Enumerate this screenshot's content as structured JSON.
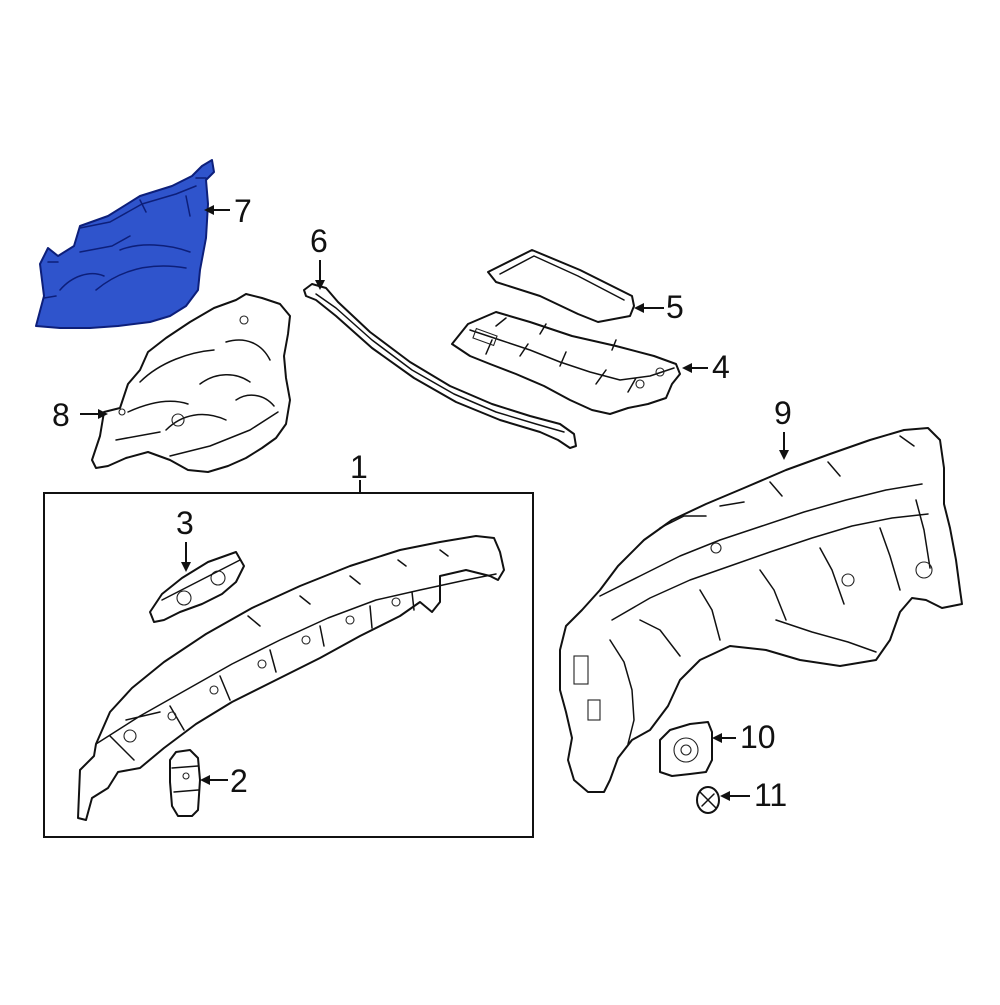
{
  "colors": {
    "highlight": "#2f54cc",
    "highlight_stroke": "#0d1f7a",
    "line": "#111111",
    "background": "#ffffff"
  },
  "callouts": {
    "c1": "1",
    "c2": "2",
    "c3": "3",
    "c4": "4",
    "c5": "5",
    "c6": "6",
    "c7": "7",
    "c8": "8",
    "c9": "9",
    "c10": "10",
    "c11": "11"
  },
  "highlighted_part": "7"
}
